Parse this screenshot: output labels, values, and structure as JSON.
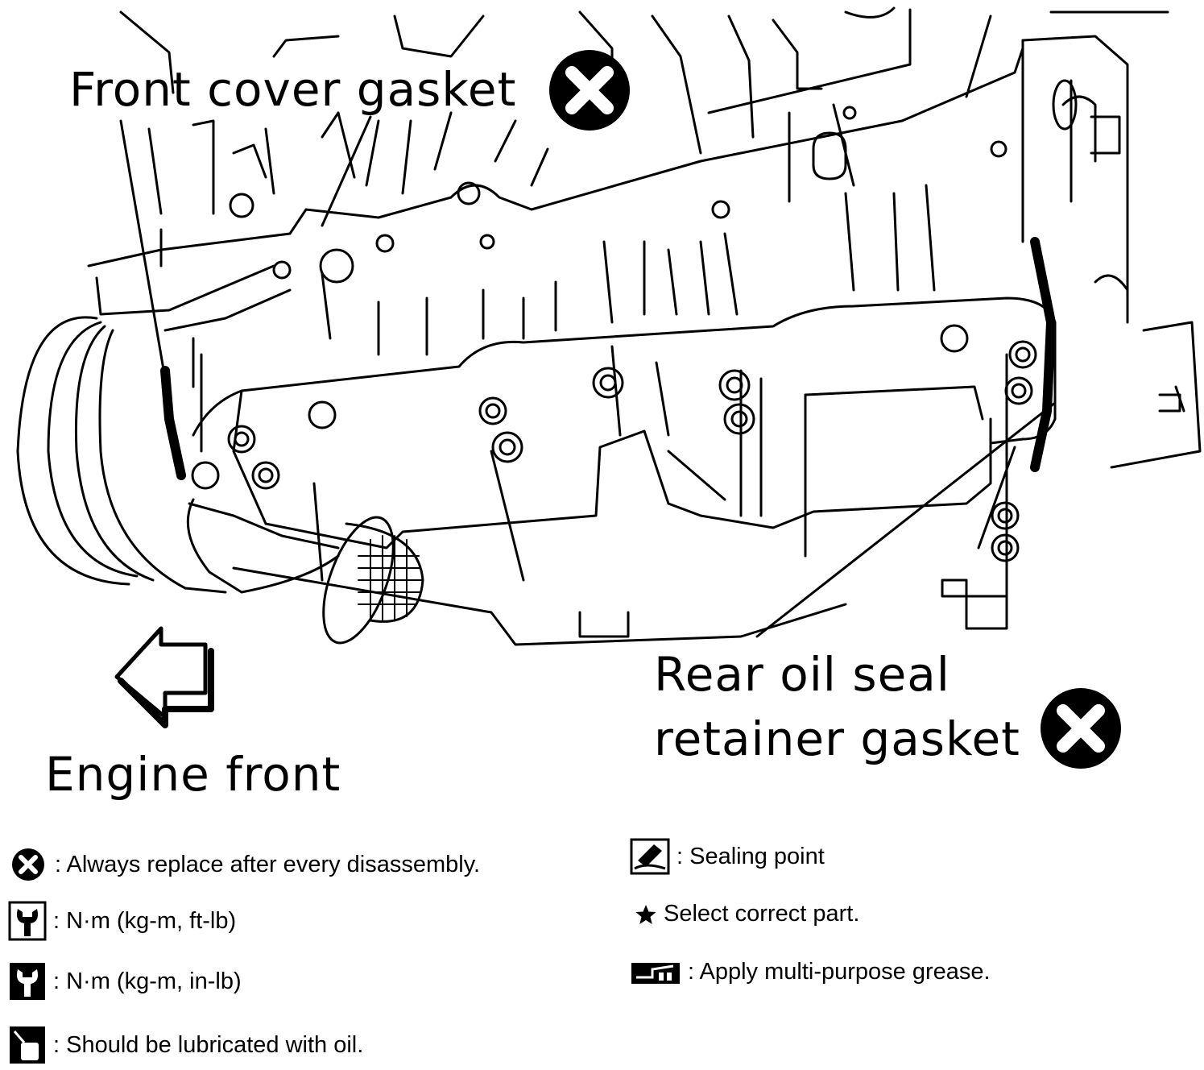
{
  "callouts": {
    "front_cover_gasket": "Front cover gasket",
    "rear_oil_seal_line1": "Rear oil seal",
    "rear_oil_seal_line2": "retainer gasket",
    "engine_front": "Engine front"
  },
  "legend": {
    "replace": ": Always replace after every disassembly.",
    "torque_ft": ": N·m (kg-m, ft-lb)",
    "torque_in": ": N·m (kg-m, in-lb)",
    "lubricate": ": Should be lubricated with oil.",
    "sealing": ": Sealing point",
    "select": "Select correct part.",
    "grease": ": Apply multi-purpose grease."
  },
  "icons": {
    "replace": "x-circle-icon",
    "torque_ft": "wrench-icon",
    "torque_in": "wrench-filled-icon",
    "lubricate": "oil-can-icon",
    "sealing": "sealant-tube-icon",
    "select": "star-icon",
    "grease": "grease-gun-icon",
    "direction": "arrow-left-icon"
  },
  "colors": {
    "ink": "#000000",
    "paper": "#ffffff"
  }
}
